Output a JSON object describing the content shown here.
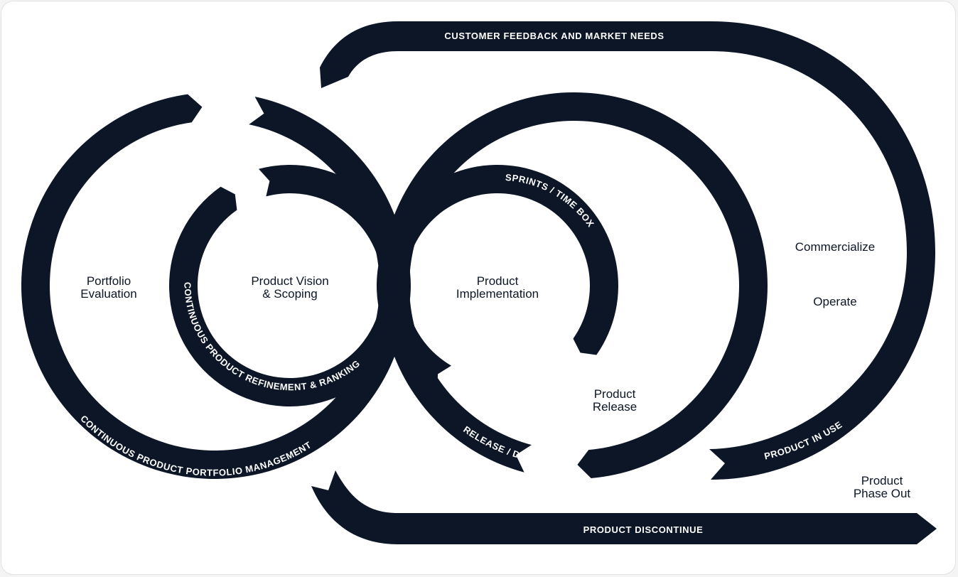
{
  "colors": {
    "band": "#0c1626",
    "background": "#ffffff",
    "label_on_band": "#ffffff",
    "stage_text": "#0c1626"
  },
  "bands": {
    "customer_feedback": "CUSTOMER FEEDBACK AND MARKET NEEDS",
    "portfolio_management": "CONTINUOUS PRODUCT PORTFOLIO MANAGEMENT",
    "refinement_ranking": "CONTINUOUS PRODUCT REFINEMENT & RANKING",
    "sprints": "SPRINTS / TIME BOX",
    "release_deploy": "RELEASE / DEPLOY",
    "product_in_use": "PRODUCT IN USE",
    "product_discontinue": "PRODUCT DISCONTINUE"
  },
  "stages": {
    "portfolio_evaluation": [
      "Portfolio",
      "Evaluation"
    ],
    "vision_scoping": [
      "Product Vision",
      "& Scoping"
    ],
    "implementation": [
      "Product",
      "Implementation"
    ],
    "release": [
      "Product",
      "Release"
    ],
    "commercialize": "Commercialize",
    "operate": "Operate",
    "phase_out": [
      "Product",
      "Phase Out"
    ]
  }
}
